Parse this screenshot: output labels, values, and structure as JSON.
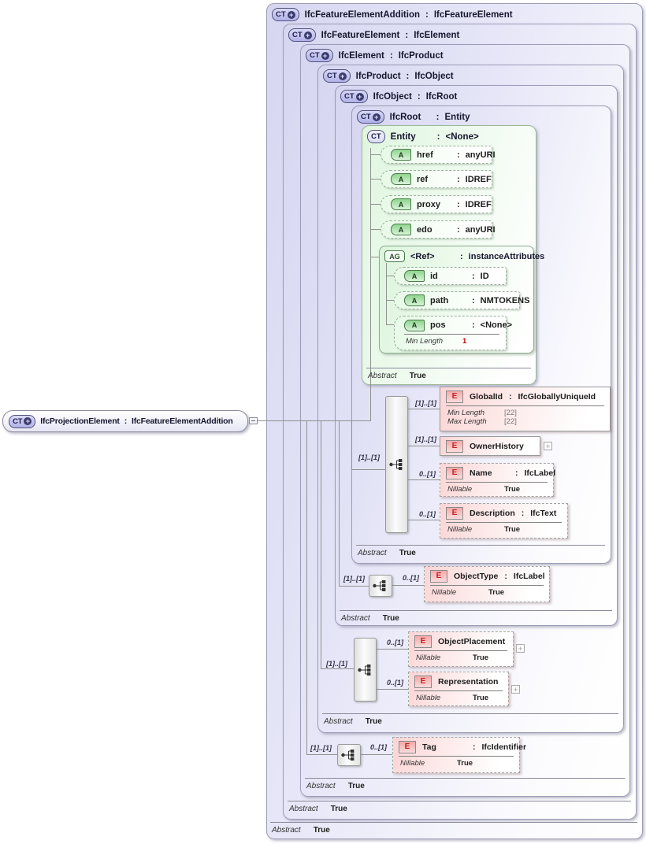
{
  "badges": {
    "ct": "CT",
    "plus": "+",
    "attr": "A",
    "attr_group": "AG",
    "element": "E"
  },
  "labels": {
    "colon": ":",
    "abstract": "Abstract",
    "nillable": "Nillable",
    "min_length": "Min Length",
    "max_length": "Max Length"
  },
  "root": {
    "name": "IfcProjectionElement",
    "type": "IfcFeatureElementAddition"
  },
  "levels": [
    {
      "name": "IfcFeatureElementAddition",
      "type": "IfcFeatureElement",
      "abstract": "True"
    },
    {
      "name": "IfcFeatureElement",
      "type": "IfcElement",
      "abstract": "True"
    },
    {
      "name": "IfcElement",
      "type": "IfcProduct",
      "abstract": "True"
    },
    {
      "name": "IfcProduct",
      "type": "IfcObject",
      "abstract": "True"
    },
    {
      "name": "IfcObject",
      "type": "IfcRoot",
      "abstract": "True"
    },
    {
      "name": "IfcRoot",
      "type": "Entity",
      "abstract": "True"
    },
    {
      "name": "Entity",
      "type": "<None>",
      "abstract": "True"
    }
  ],
  "entity_attributes": [
    {
      "name": "href",
      "type": "anyURI"
    },
    {
      "name": "ref",
      "type": "IDREF"
    },
    {
      "name": "proxy",
      "type": "IDREF"
    },
    {
      "name": "edo",
      "type": "anyURI"
    }
  ],
  "attribute_group": {
    "name": "<Ref>",
    "type": "instanceAttributes",
    "attributes": [
      {
        "name": "id",
        "type": "ID"
      },
      {
        "name": "path",
        "type": "NMTOKENS"
      },
      {
        "name": "pos",
        "type": "<None>",
        "facet_name": "Min Length",
        "facet_value": "1"
      }
    ]
  },
  "groups": {
    "ifcroot": {
      "cardinality": "[1]..[1]"
    },
    "ifcobject": {
      "cardinality": "[1]..[1]"
    },
    "ifcproduct": {
      "cardinality": "[1]..[1]"
    },
    "ifcelement": {
      "cardinality": "[1]..[1]"
    }
  },
  "elements": {
    "global_id": {
      "cardinality": "[1]..[1]",
      "name": "GlobalId",
      "type": "IfcGloballyUniqueId",
      "facets": [
        {
          "name": "Min Length",
          "value": "[22]"
        },
        {
          "name": "Max Length",
          "value": "[22]"
        }
      ]
    },
    "owner_history": {
      "cardinality": "[1]..[1]",
      "name": "OwnerHistory"
    },
    "name": {
      "cardinality": "0..[1]",
      "name": "Name",
      "type": "IfcLabel",
      "facets": [
        {
          "name": "Nillable",
          "value": "True"
        }
      ]
    },
    "description": {
      "cardinality": "0..[1]",
      "name": "Description",
      "type": "IfcText",
      "facets": [
        {
          "name": "Nillable",
          "value": "True"
        }
      ]
    },
    "object_type": {
      "cardinality": "0..[1]",
      "name": "ObjectType",
      "type": "IfcLabel",
      "facets": [
        {
          "name": "Nillable",
          "value": "True"
        }
      ]
    },
    "object_placement": {
      "cardinality": "0..[1]",
      "name": "ObjectPlacement",
      "facets": [
        {
          "name": "Nillable",
          "value": "True"
        }
      ]
    },
    "representation": {
      "cardinality": "0..[1]",
      "name": "Representation",
      "facets": [
        {
          "name": "Nillable",
          "value": "True"
        }
      ]
    },
    "tag": {
      "cardinality": "0..[1]",
      "name": "Tag",
      "type": "IfcIdentifier",
      "facets": [
        {
          "name": "Nillable",
          "value": "True"
        }
      ]
    }
  }
}
